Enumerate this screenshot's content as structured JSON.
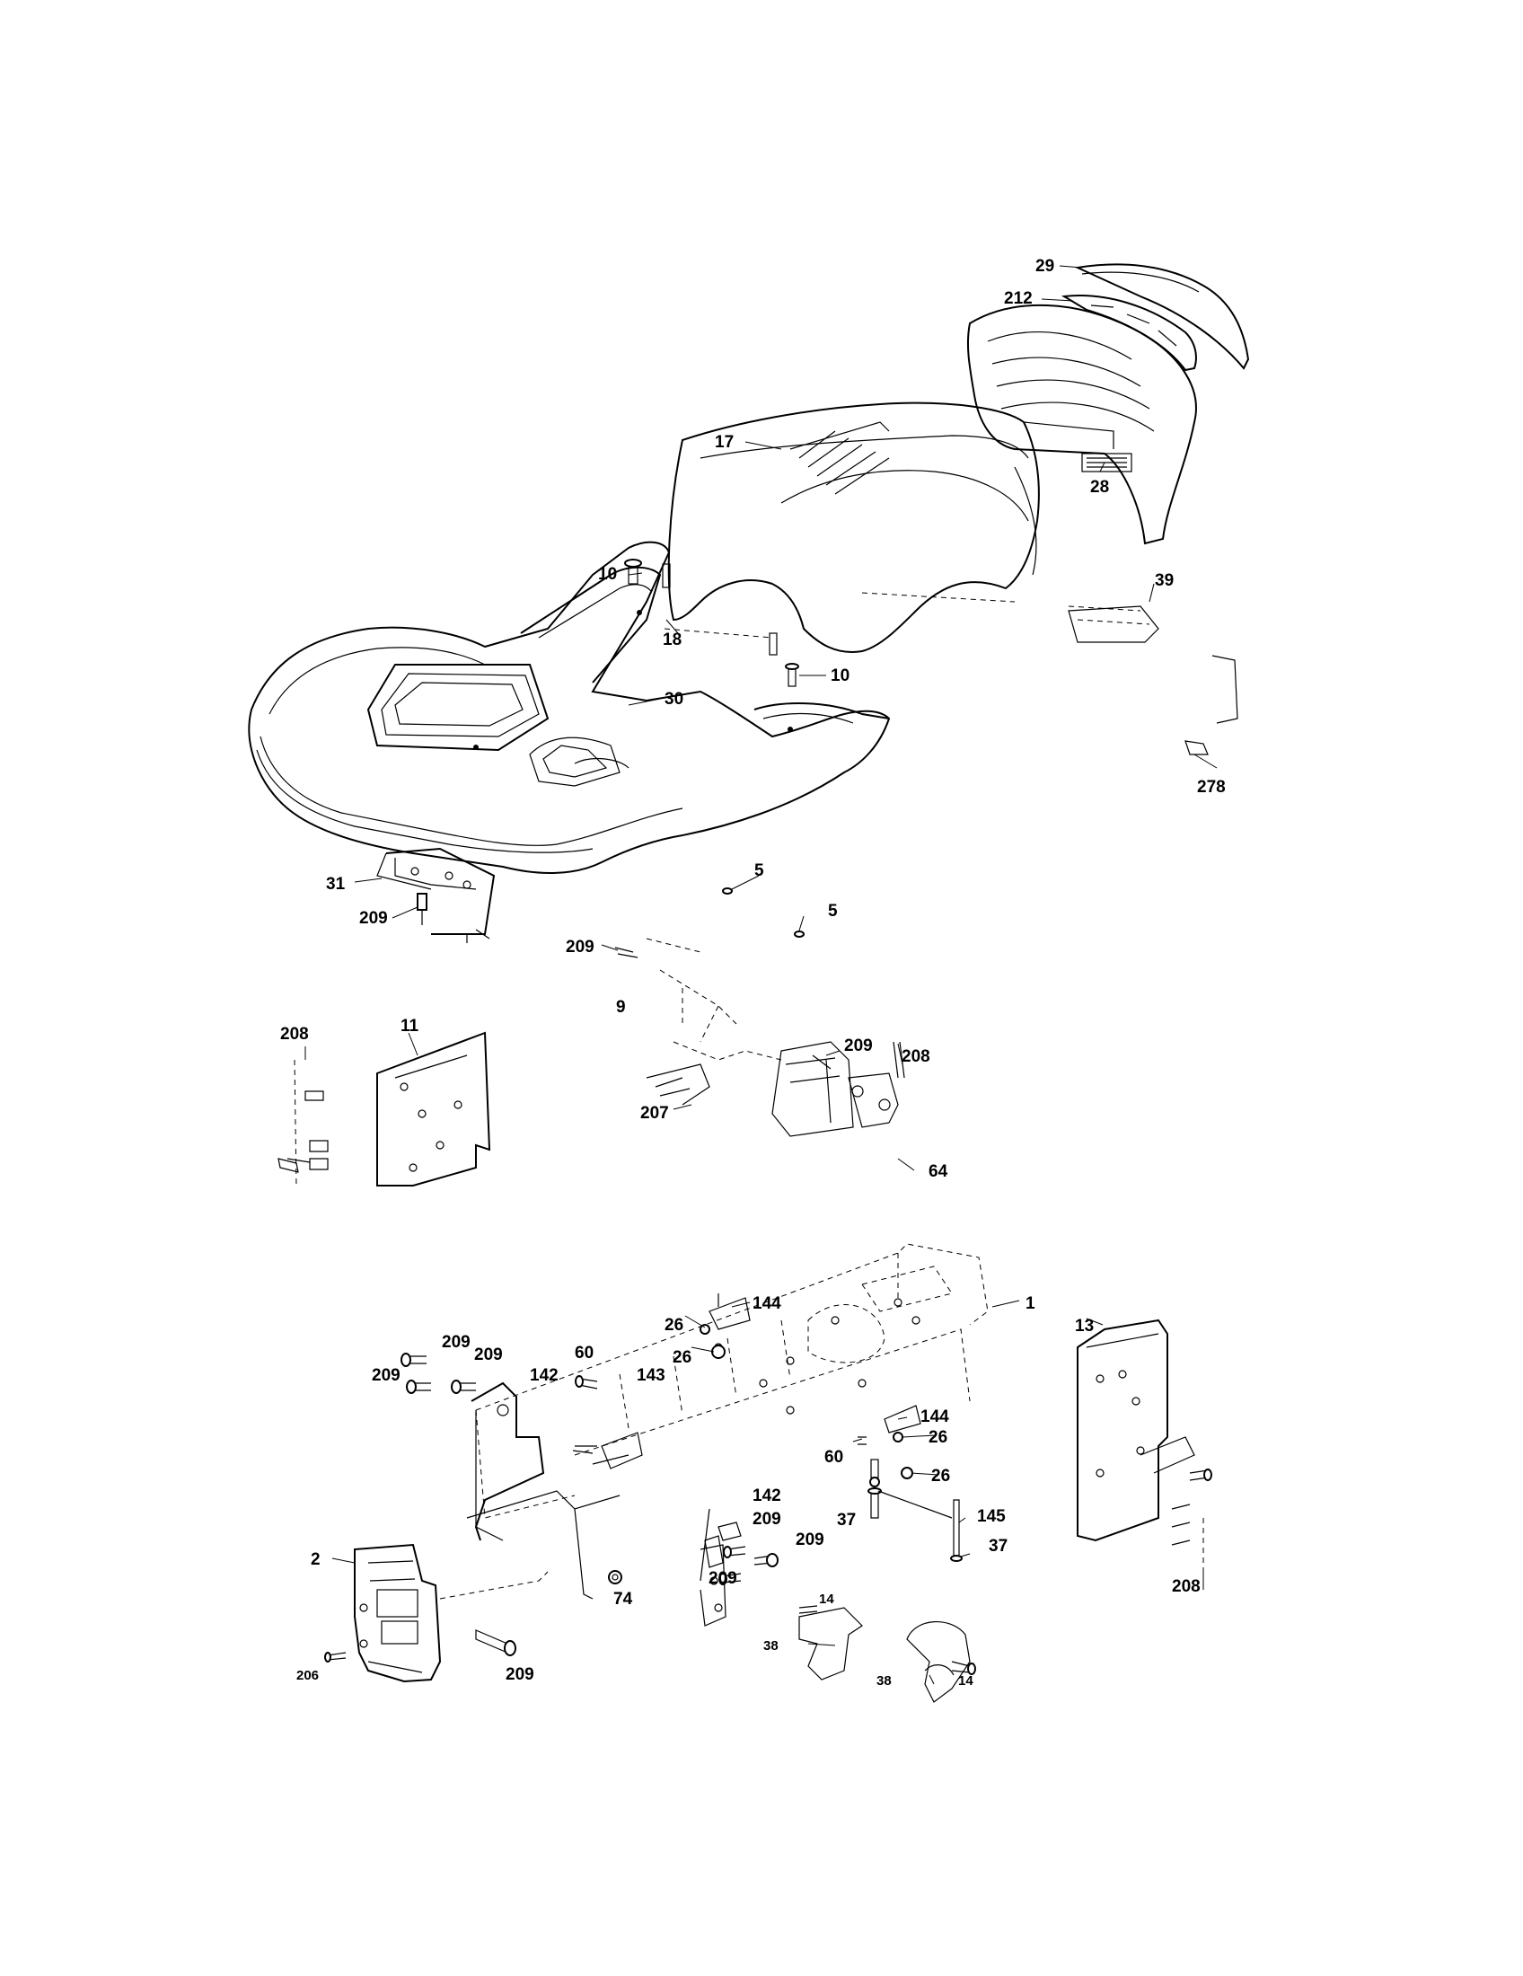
{
  "labels": {
    "l29": "29",
    "l212": "212",
    "l17": "17",
    "l28": "28",
    "l10a": "10",
    "l18": "18",
    "l10b": "10",
    "l30": "30",
    "l39": "39",
    "l278": "278",
    "l31": "31",
    "l209a": "209",
    "l5a": "5",
    "l5b": "5",
    "l209b": "209",
    "l9": "9",
    "l208a": "208",
    "l11": "11",
    "l209c": "209",
    "l208b": "208",
    "l207": "207",
    "l64": "64",
    "l144a": "144",
    "l1": "1",
    "l26a": "26",
    "l26b": "26",
    "l13": "13",
    "l209d": "209",
    "l209e": "209",
    "l60a": "60",
    "l209f": "209",
    "l142a": "142",
    "l143": "143",
    "l144b": "144",
    "l26c": "26",
    "l60b": "60",
    "l26d": "26",
    "l142b": "142",
    "l209g": "209",
    "l209h": "209",
    "l37a": "37",
    "l145": "145",
    "l37b": "37",
    "l2": "2",
    "l209i": "209",
    "l74": "74",
    "l14a": "14",
    "l38a": "38",
    "l38b": "38",
    "l14b": "14",
    "l208c": "208",
    "l206": "206",
    "l209j": "209"
  },
  "colors": {
    "ink": "#000000",
    "paper": "#ffffff"
  }
}
